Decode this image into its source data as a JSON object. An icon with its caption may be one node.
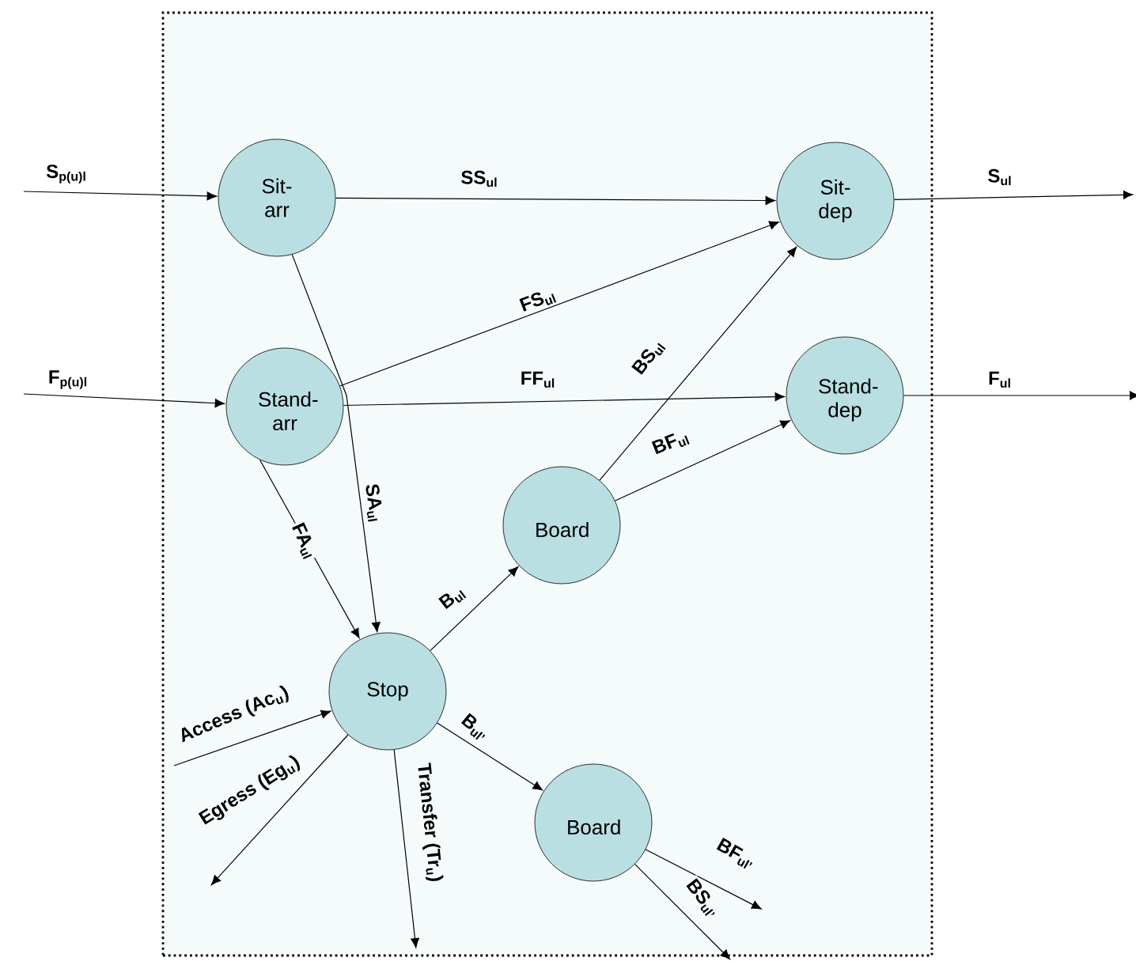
{
  "diagram": {
    "nodes": [
      {
        "text": [],
        "shape": "box"
      },
      {
        "text": [
          "Sit-arr"
        ],
        "in": 0
      },
      {
        "text": [
          "Sit-dep"
        ],
        "in": 0
      },
      {
        "text": [
          "Stand-arr"
        ],
        "in": 0
      },
      {
        "text": [
          "Stand-dep"
        ],
        "in": 0
      },
      {
        "text": [
          "Board"
        ],
        "in": 0
      },
      {
        "text": [
          "Stop"
        ],
        "in": 0
      },
      {
        "text": [
          "Board"
        ],
        "in": 0
      }
    ],
    "edges": [
      {
        "from": null,
        "to": 1,
        "arrow": "to",
        "label": "S$_{p(u)l}$"
      },
      {
        "from": 1,
        "to": 2,
        "arrow": "to",
        "label": "SS$_{ul}$"
      },
      {
        "from": 2,
        "to": null,
        "arrow": "to",
        "label": "S$_{ul}$"
      },
      {
        "from": null,
        "to": 3,
        "arrow": "to",
        "label": "F$_{p(u)l}$"
      },
      {
        "from": 3,
        "to": 2,
        "arrow": "to",
        "label": "FS$_{ul}$"
      },
      {
        "from": 3,
        "to": 4,
        "arrow": "to",
        "label": "FF$_{ul}$"
      },
      {
        "from": 4,
        "to": null,
        "arrow": "to",
        "label": "F$_{ul}$"
      },
      {
        "from": 1,
        "to": 6,
        "arrow": "to",
        "label": "SA$_{ul}$"
      },
      {
        "from": 3,
        "to": 6,
        "arrow": "to",
        "label": "FA$_{ul}$"
      },
      {
        "from": 5,
        "to": 2,
        "arrow": "to",
        "label": "BS$_{ul}$"
      },
      {
        "from": 5,
        "to": 4,
        "arrow": "to",
        "label": "BF$_{ul}$"
      },
      {
        "from": 6,
        "to": 5,
        "arrow": "to",
        "label": "B$_{ul}$"
      },
      {
        "from": null,
        "to": 6,
        "arrow": "to",
        "label": "Access (Ac$_{u}$)"
      },
      {
        "from": 6,
        "to": null,
        "arrow": "to",
        "label": "Egress (Eg$_{u}$)"
      },
      {
        "from": 6,
        "to": null,
        "arrow": "to",
        "label": "Transfer (Tr$_{u}$)"
      },
      {
        "from": 6,
        "to": 7,
        "arrow": "to",
        "label": "B$_{ul’}$"
      },
      {
        "from": 7,
        "to": null,
        "arrow": "to",
        "label": "BF$_{ul’}$"
      },
      {
        "from": 7,
        "to": null,
        "arrow": "to",
        "label": "BS$_{ul’}$"
      }
    ]
  }
}
